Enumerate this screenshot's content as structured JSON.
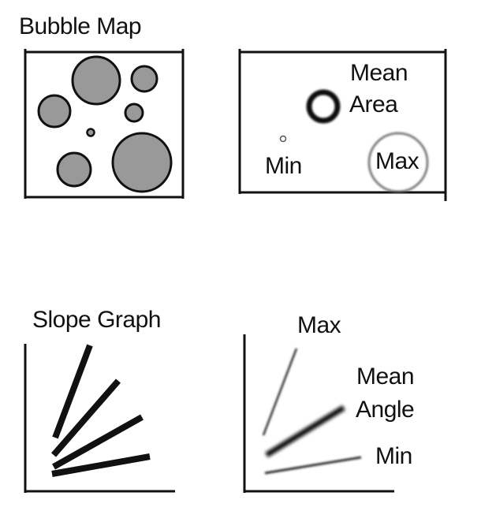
{
  "bubble_map": {
    "title": "Bubble Map",
    "summary_labels": {
      "mean": "Mean",
      "area": "Area",
      "min": "Min",
      "max": "Max"
    }
  },
  "slope_graph": {
    "title": "Slope Graph",
    "summary_labels": {
      "max": "Max",
      "mean": "Mean",
      "angle": "Angle",
      "min": "Min"
    }
  },
  "colors": {
    "bubble_fill": "#999999",
    "stroke": "#111111",
    "background": "#ffffff"
  }
}
